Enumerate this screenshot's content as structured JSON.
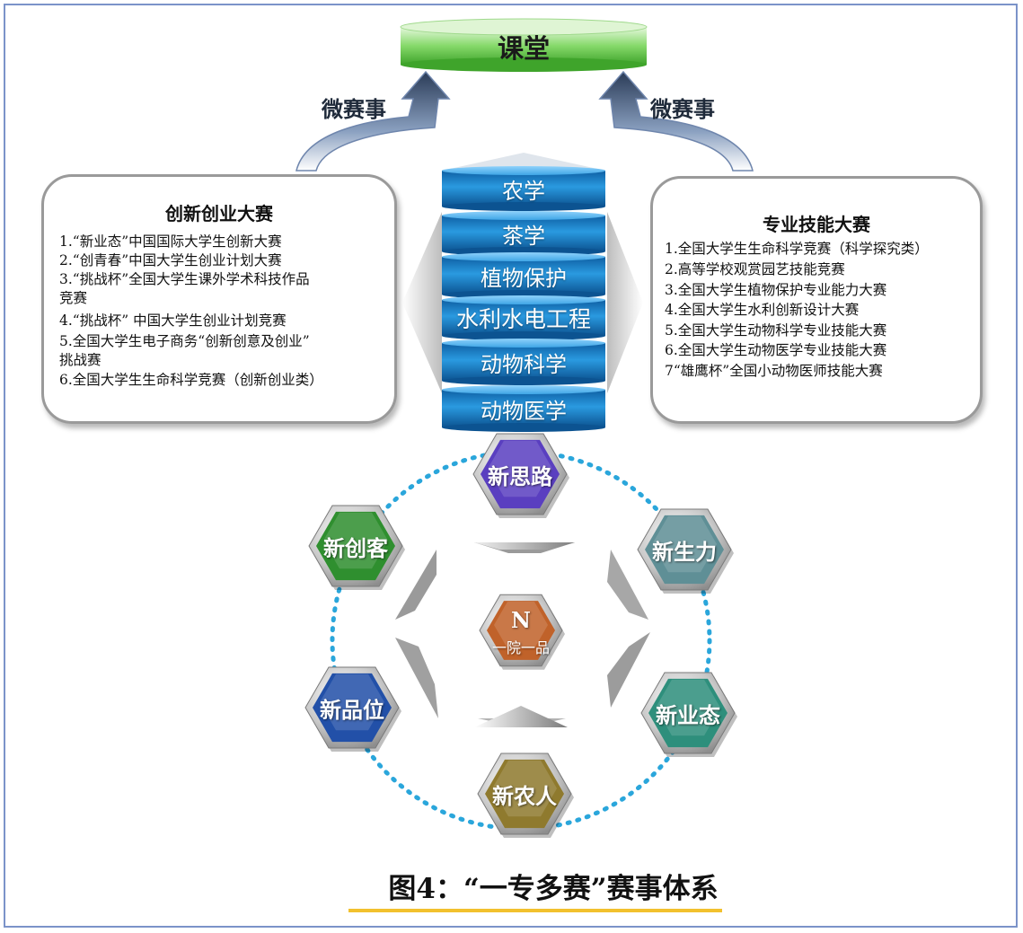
{
  "top": {
    "classroom": "课堂",
    "micro_left": "微赛事",
    "micro_right": "微赛事"
  },
  "left_box": {
    "title": "创新创业大赛",
    "items": [
      "1.“新业态”中国国际大学生创新大赛",
      "2.“创青春”中国大学生创业计划大赛",
      "3.“挑战杯”全国大学生课外学术科技作品",
      "竞赛",
      "4.“挑战杯” 中国大学生创业计划竞赛",
      "5.全国大学生电子商务“创新创意及创业”",
      "挑战赛",
      "6.全国大学生生命科学竞赛（创新创业类）"
    ]
  },
  "right_box": {
    "title": "专业技能大赛",
    "items": [
      "1.全国大学生生命科学竞赛（科学探究类）",
      "2.高等学校观赏园艺技能竞赛",
      "3.全国大学生植物保护专业能力大赛",
      "4.全国大学生水利创新设计大赛",
      "5.全国大学生动物科学专业技能大赛",
      "6.全国大学生动物医学专业技能大赛",
      "7“雄鹰杯”全国小动物医师技能大赛"
    ]
  },
  "majors": [
    "农学",
    "茶学",
    "植物保护",
    "水利水电工程",
    "动物科学",
    "动物医学"
  ],
  "hexagons": {
    "top": "新思路",
    "upper_right": "新生力",
    "lower_right": "新业态",
    "bottom": "新农人",
    "lower_left": "新品位",
    "upper_left": "新创客"
  },
  "center": {
    "letter": "N",
    "subtitle": "一院一品"
  },
  "caption": "图4：“一专多赛”赛事体系",
  "colors": {
    "hex_top": "#5a3fc0",
    "hex_upper_right": "#5f8f96",
    "hex_lower_right": "#2e8f7c",
    "hex_bottom": "#8f7a2e",
    "hex_lower_left": "#2250a8",
    "hex_upper_left": "#2f8f2f",
    "hex_center": "#c0622a",
    "major_blue": "#1f86d0",
    "classroom_green": "#6fcf57",
    "ring_dots": "#2aa6db",
    "caption_underline": "#f2c12e"
  }
}
